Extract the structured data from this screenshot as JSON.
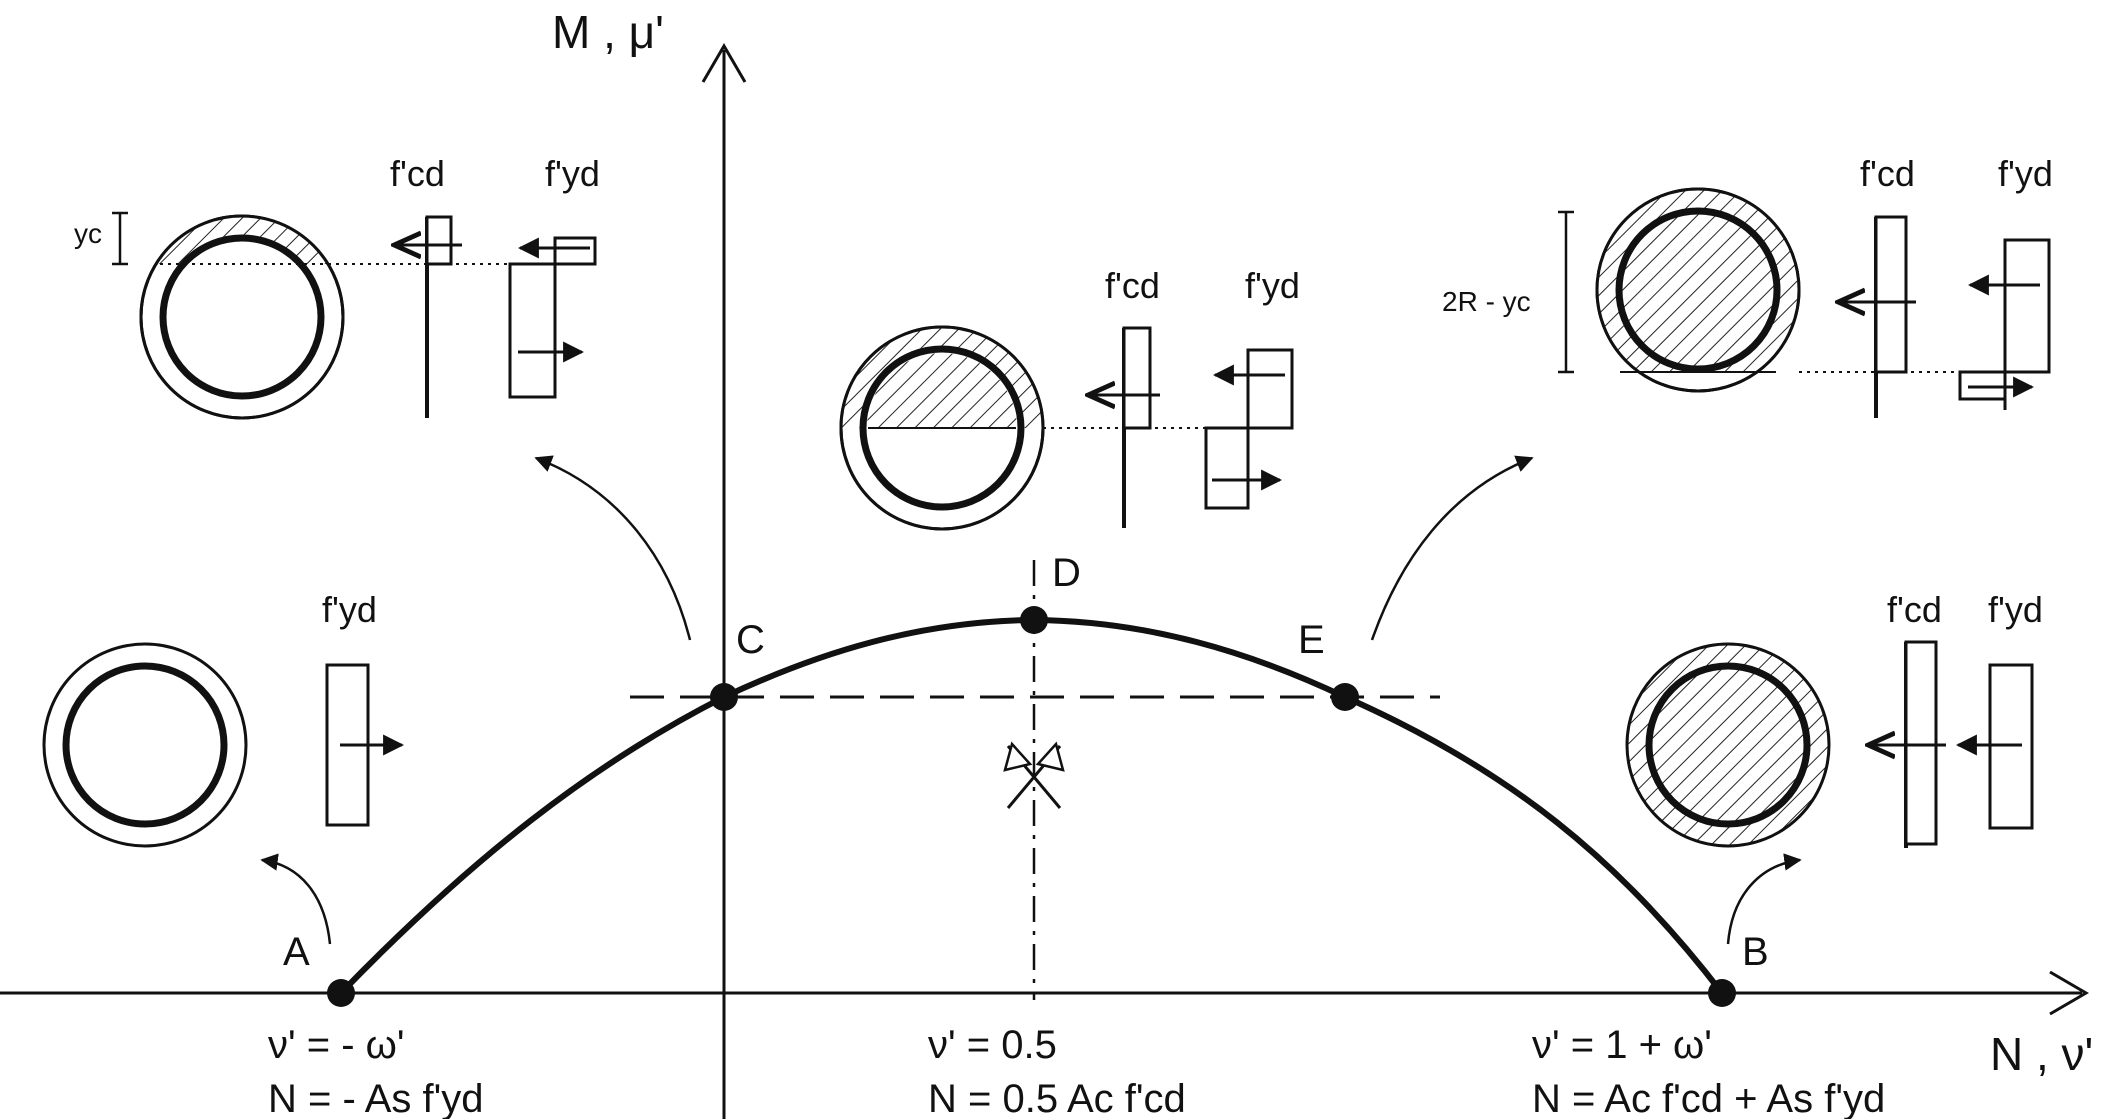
{
  "axes": {
    "y_label": "M , μ'",
    "x_label": "N , ν'"
  },
  "points": {
    "A": "A",
    "B": "B",
    "C": "C",
    "D": "D",
    "E": "E"
  },
  "x_annotations": {
    "A_line1": "ν' = - ω'",
    "A_line2": "N = - As f'yd",
    "D_line1": "ν' = 0.5",
    "D_line2": "N = 0.5 Ac f'cd",
    "B_line1": "ν' = 1 + ω'",
    "B_line2": "N = Ac f'cd + As f'yd"
  },
  "stress_labels": {
    "fcd": "f'cd",
    "fyd": "f'yd"
  },
  "dimension_labels": {
    "yc": "yc",
    "two_r_minus_yc": "2R - yc"
  }
}
